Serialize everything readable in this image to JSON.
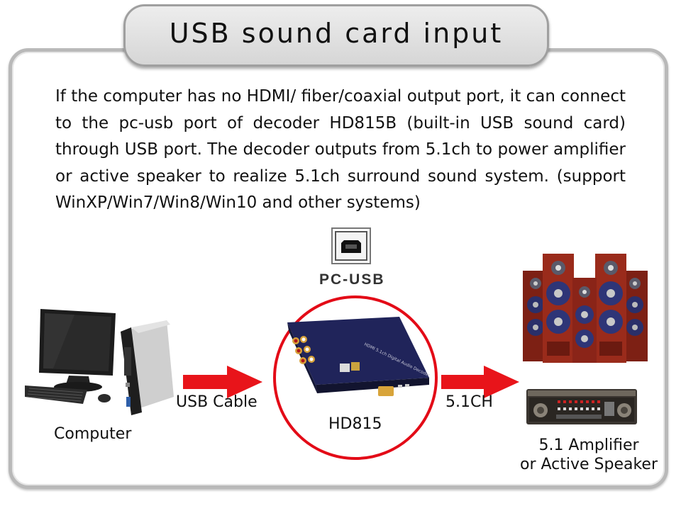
{
  "title": "USB sound card input",
  "description": "If the computer has no HDMI/ fiber/coaxial output port, it can connect to the pc-usb port of decoder HD815B (built-in USB sound card) through USB port. The decoder outputs from 5.1ch to power amplifier or active speaker to realize 5.1ch surround sound system. (support WinXP/Win7/Win8/Win10 and other systems)",
  "diagram": {
    "port_label": "PC-USB",
    "computer_label": "Computer",
    "cable_label": "USB Cable",
    "decoder_label": "HD815",
    "output_label": "5.1CH",
    "amplifier_label_line1": "5.1 Amplifier",
    "amplifier_label_line2": "or Active Speaker",
    "device_text": "HDMI 5.1ch Digital Audio Decoder"
  },
  "colors": {
    "arrow": "#e8141a",
    "circle": "#e30b17",
    "frame": "#b9b9b9",
    "device": "#1d2150",
    "speaker_wood": "#8a2418"
  },
  "icons": [
    "usb-b-port-icon",
    "computer-illustration",
    "decoder-device-image",
    "speakers-illustration",
    "amplifier-illustration",
    "arrow-right-icon"
  ]
}
